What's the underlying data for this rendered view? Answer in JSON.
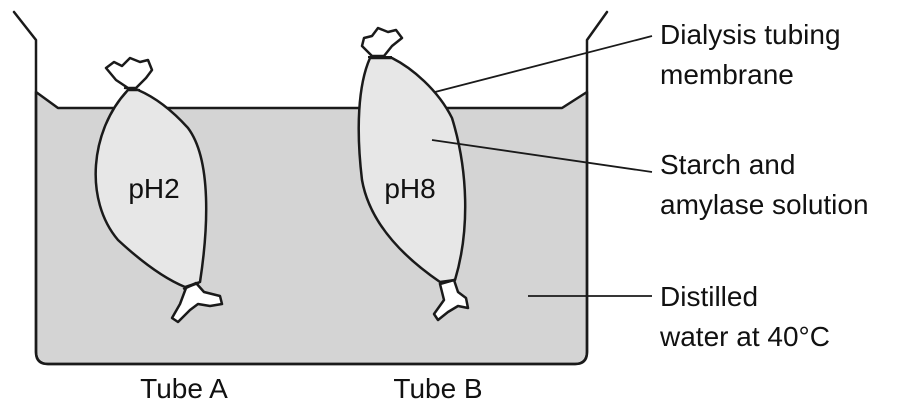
{
  "diagram": {
    "tubes": [
      {
        "ph_label": "pH2",
        "caption": "Tube A"
      },
      {
        "ph_label": "pH8",
        "caption": "Tube B"
      }
    ],
    "callouts": {
      "membrane": [
        "Dialysis tubing",
        "membrane"
      ],
      "solution": [
        "Starch and",
        "amylase solution"
      ],
      "water": [
        "Distilled",
        "water at 40°C"
      ]
    },
    "colors": {
      "water_fill": "#d4d4d4",
      "bag_fill": "#e7e7e7",
      "outline": "#1a1a1a"
    }
  }
}
